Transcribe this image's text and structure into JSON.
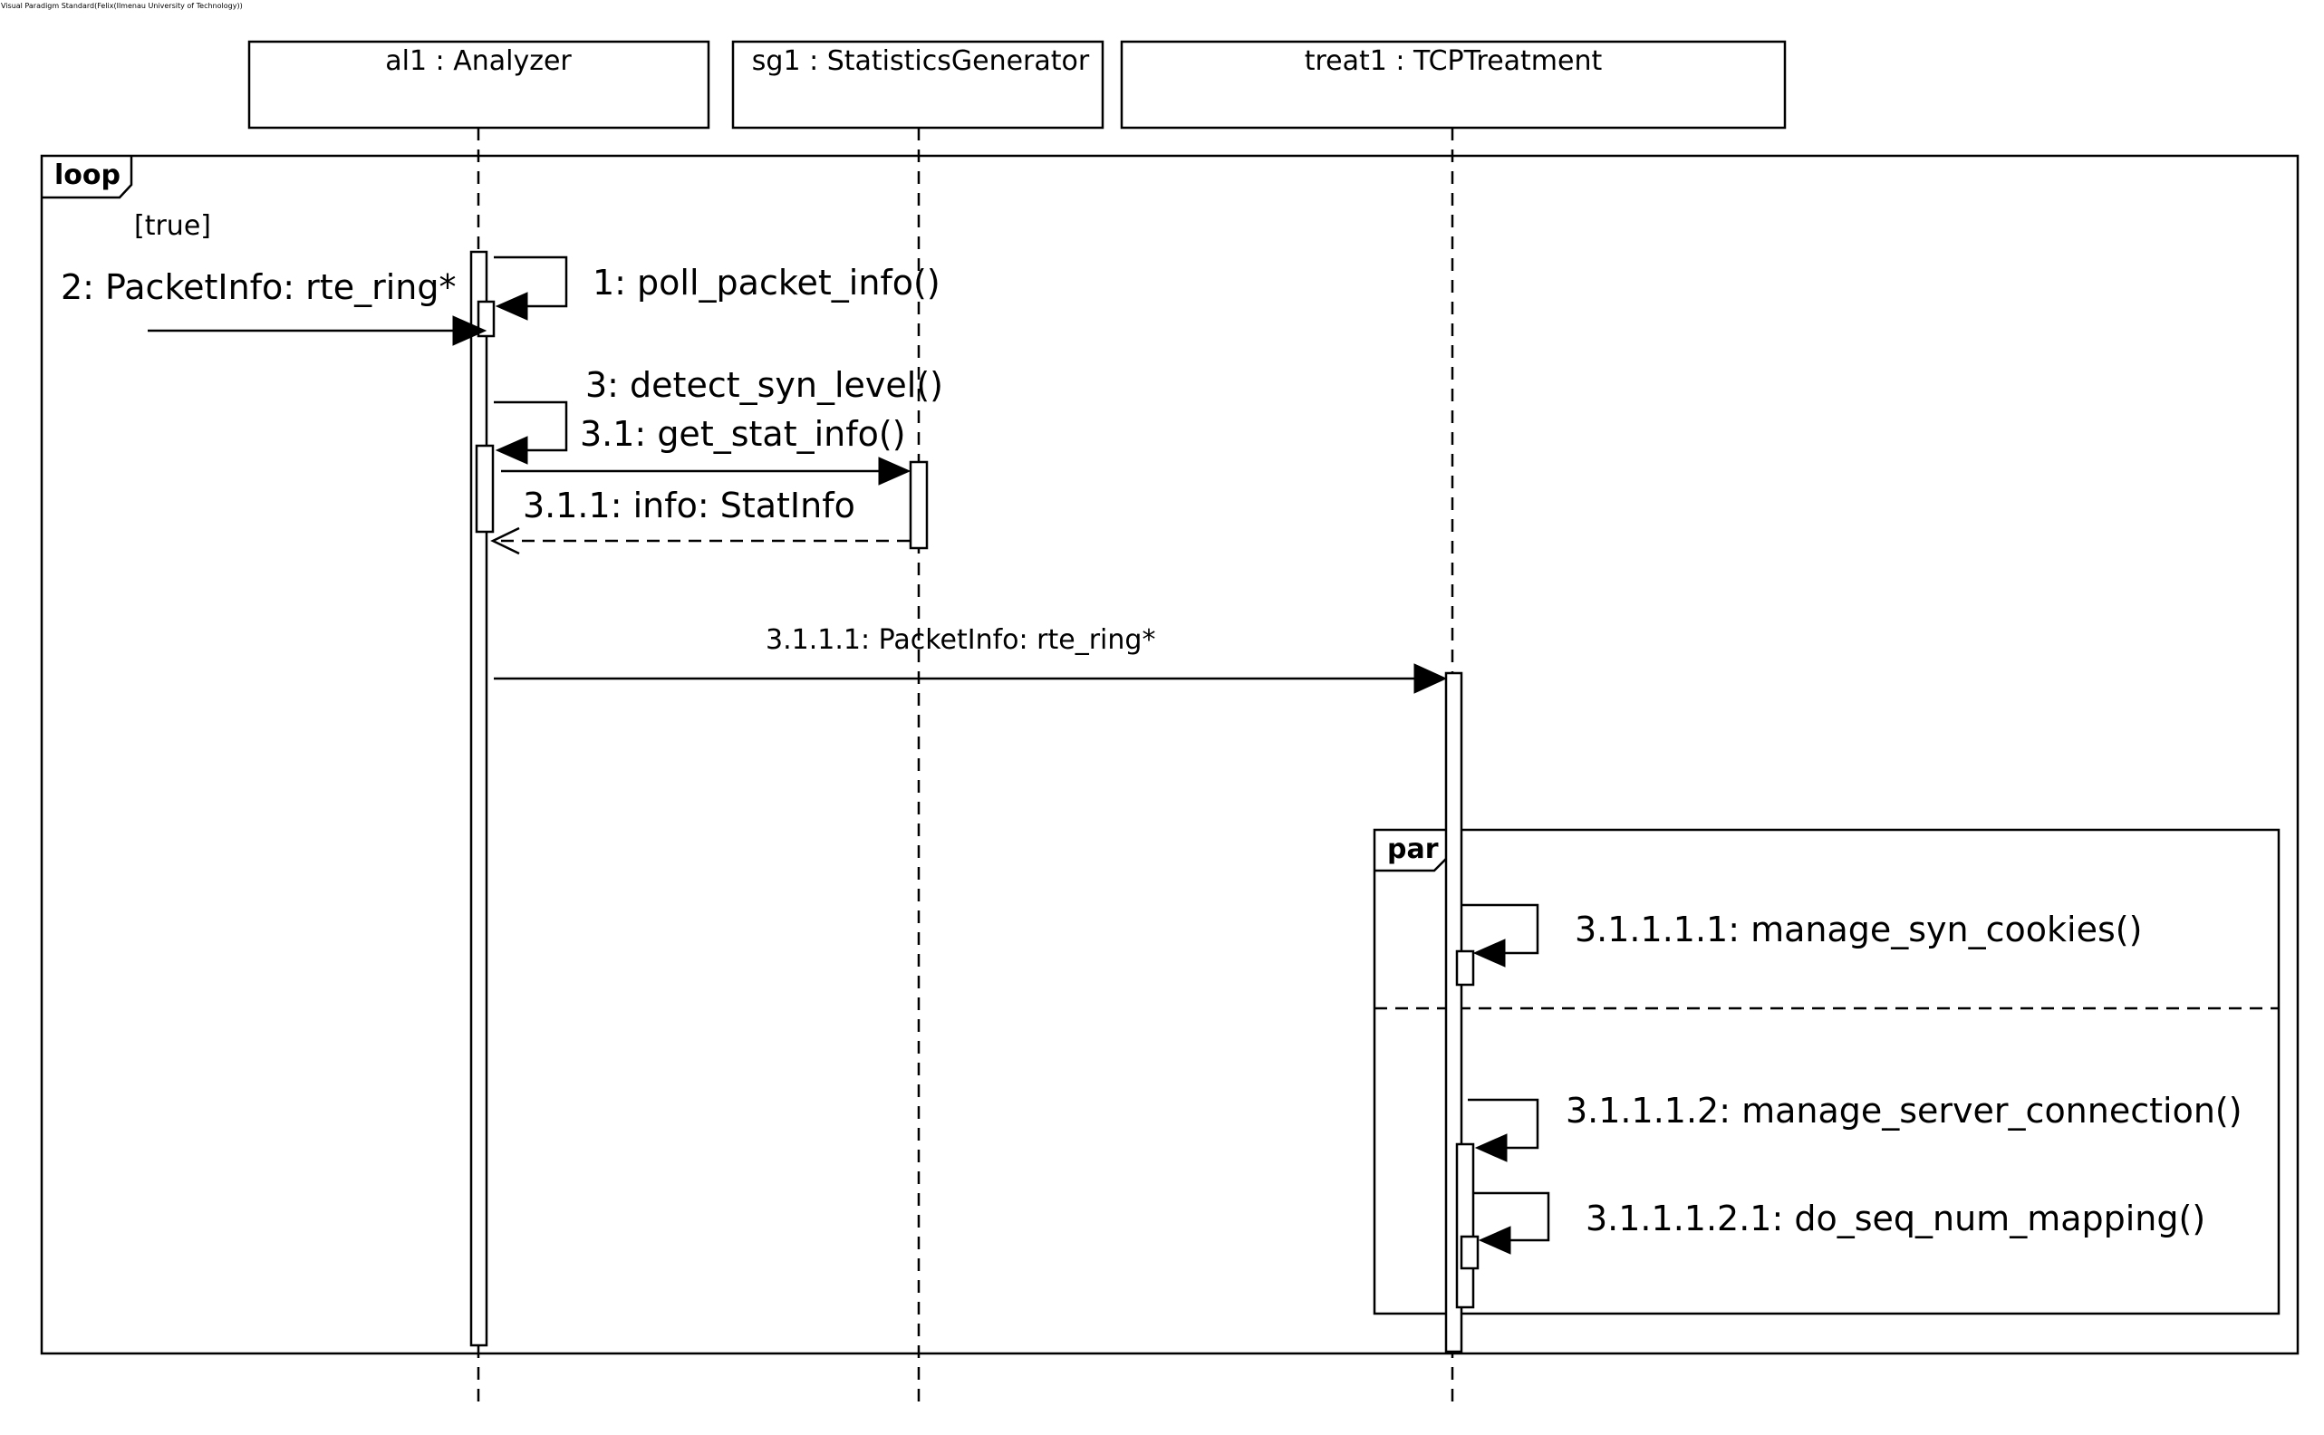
{
  "watermark": "Visual Paradigm Standard(Felix(Ilmenau University of Technology))",
  "lifelines": [
    {
      "id": "al1",
      "label": "al1 : Analyzer"
    },
    {
      "id": "sg1",
      "label": "sg1 : StatisticsGenerator"
    },
    {
      "id": "treat1",
      "label": "treat1 : TCPTreatment"
    }
  ],
  "fragments": {
    "loop": {
      "operator": "loop",
      "guard": "[true]"
    },
    "par": {
      "operator": "par"
    }
  },
  "messages": [
    {
      "id": "m1",
      "label": "1: poll_packet_info()",
      "kind": "self-call"
    },
    {
      "id": "m2",
      "label": "2: PacketInfo: rte_ring*",
      "kind": "found"
    },
    {
      "id": "m3",
      "label": "3: detect_syn_level()",
      "kind": "self-call"
    },
    {
      "id": "m31",
      "label": "3.1: get_stat_info()",
      "kind": "call"
    },
    {
      "id": "m311",
      "label": "3.1.1: info: StatInfo",
      "kind": "return"
    },
    {
      "id": "m3111",
      "label": "3.1.1.1: PacketInfo: rte_ring*",
      "kind": "call"
    },
    {
      "id": "m31111",
      "label": "3.1.1.1.1: manage_syn_cookies()",
      "kind": "self-call"
    },
    {
      "id": "m31112",
      "label": "3.1.1.1.2: manage_server_connection()",
      "kind": "self-call"
    },
    {
      "id": "m311121",
      "label": "3.1.1.1.2.1: do_seq_num_mapping()",
      "kind": "self-call"
    }
  ]
}
